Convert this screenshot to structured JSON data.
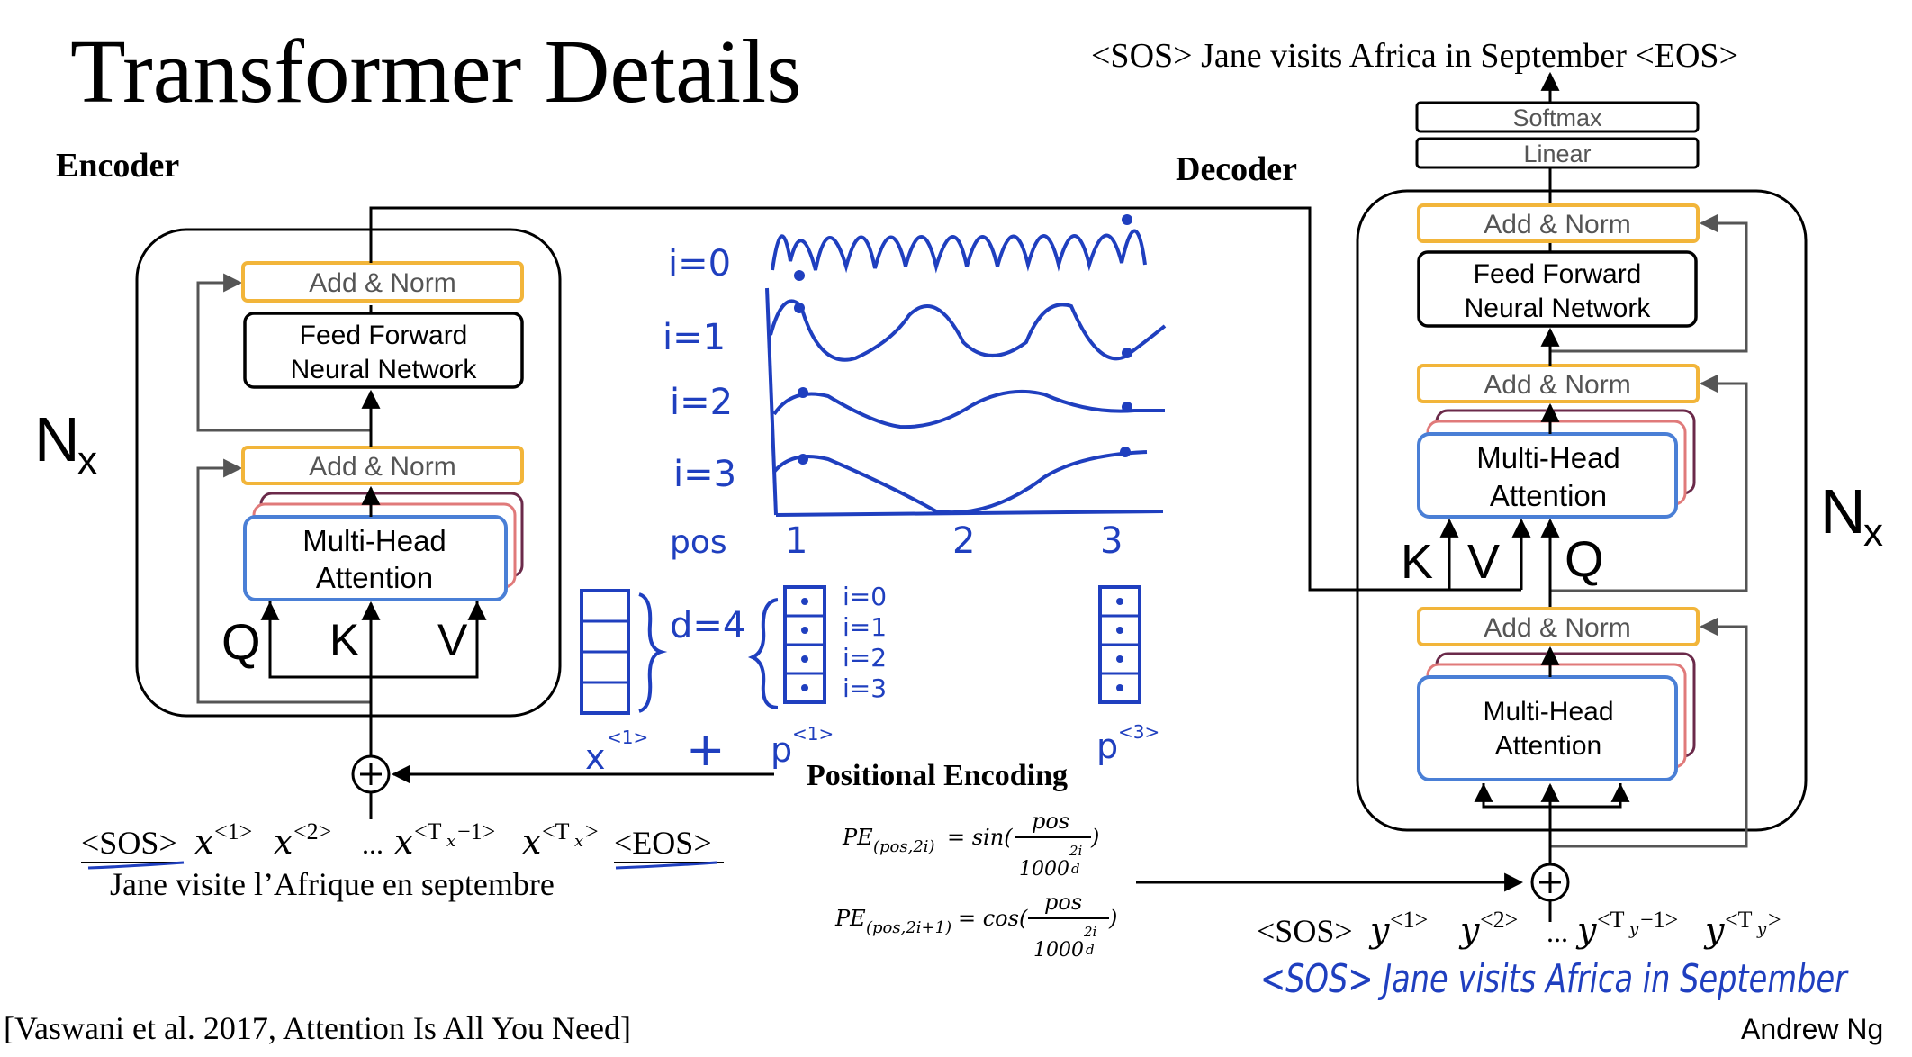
{
  "title": "Transformer Details",
  "output_sentence": "<SOS> Jane visits Africa in September <EOS>",
  "encoder": {
    "label": "Encoder",
    "nx": "N",
    "nx_sub": "x",
    "add_norm_top": "Add & Norm",
    "ffn_line1": "Feed Forward",
    "ffn_line2": "Neural Network",
    "add_norm_bottom": "Add & Norm",
    "mha_line1": "Multi-Head",
    "mha_line2": "Attention",
    "q": "Q",
    "k": "K",
    "v": "V"
  },
  "decoder": {
    "label": "Decoder",
    "nx": "N",
    "nx_sub": "x",
    "softmax": "Softmax",
    "linear": "Linear",
    "add_norm_1": "Add & Norm",
    "ffn_line1": "Feed Forward",
    "ffn_line2": "Neural Network",
    "add_norm_2": "Add & Norm",
    "mha2_line1": "Multi-Head",
    "mha2_line2": "Attention",
    "k": "K",
    "v": "V",
    "q": "Q",
    "add_norm_3": "Add & Norm",
    "mha1_line1": "Multi-Head",
    "mha1_line2": "Attention"
  },
  "positional": {
    "i0": "i=0",
    "i1": "i=1",
    "i2": "i=2",
    "i3": "i=3",
    "pos": "pos",
    "x1": "1",
    "x2": "2",
    "x3": "3",
    "d4": "d=4",
    "vec_i0": "i=0",
    "vec_i1": "i=1",
    "vec_i2": "i=2",
    "vec_i3": "i=3",
    "x_label": "x",
    "x_sup": "<1>",
    "plus": "+",
    "p_label": "p",
    "p_sup": "<1>",
    "p3_label": "p",
    "p3_sup": "<3>",
    "label": "Positional Encoding",
    "pe1_lhs": "PE",
    "pe1_sub": "(pos,2i)",
    "pe1_rhs": "= sin(",
    "pe1_num": "pos",
    "pe1_den": "1000",
    "pe1_exp": "2i",
    "pe1_expd": "d",
    "pe1_close": ")",
    "pe2_lhs": "PE",
    "pe2_sub": "(pos,2i+1)",
    "pe2_rhs": "= cos(",
    "pe2_num": "pos",
    "pe2_den": "1000",
    "pe2_exp": "2i",
    "pe2_expd": "d",
    "pe2_close": ")"
  },
  "encoder_input": {
    "sos": "<SOS>",
    "x1": "x",
    "x1_sup": "<1>",
    "x2": "x",
    "x2_sup": "<2>",
    "dots": "...",
    "xtm1": "x",
    "xtm1_sup": "<T",
    "xtm1_subx": "x",
    "xtm1_tail": "−1>",
    "xt": "x",
    "xt_sup": "<T",
    "xt_subx": "x",
    "xt_tail": ">",
    "eos": "<EOS>",
    "french": "Jane visite l’Afrique en septembre"
  },
  "decoder_input": {
    "sos": "<SOS>",
    "y1": "y",
    "y1_sup": "<1>",
    "y2": "y",
    "y2_sup": "<2>",
    "dots": "...",
    "ytm1": "y",
    "ytm1_sup": "<T",
    "ytm1_suby": "y",
    "ytm1_tail": "−1>",
    "yt": "y",
    "yt_sup": "<T",
    "yt_suby": "y",
    "yt_tail": ">",
    "handwritten": "<SOS> Jane visits Africa in September"
  },
  "citation": "[Vaswani et al. 2017, Attention Is All You Need]",
  "author": "Andrew Ng",
  "colors": {
    "add_norm_border": "#f2b53a",
    "mha_border": "#4a7fd6",
    "mha_shadow1": "#e07a7a",
    "mha_shadow2": "#6b2a4a",
    "handwriting": "#1f3fbf"
  }
}
